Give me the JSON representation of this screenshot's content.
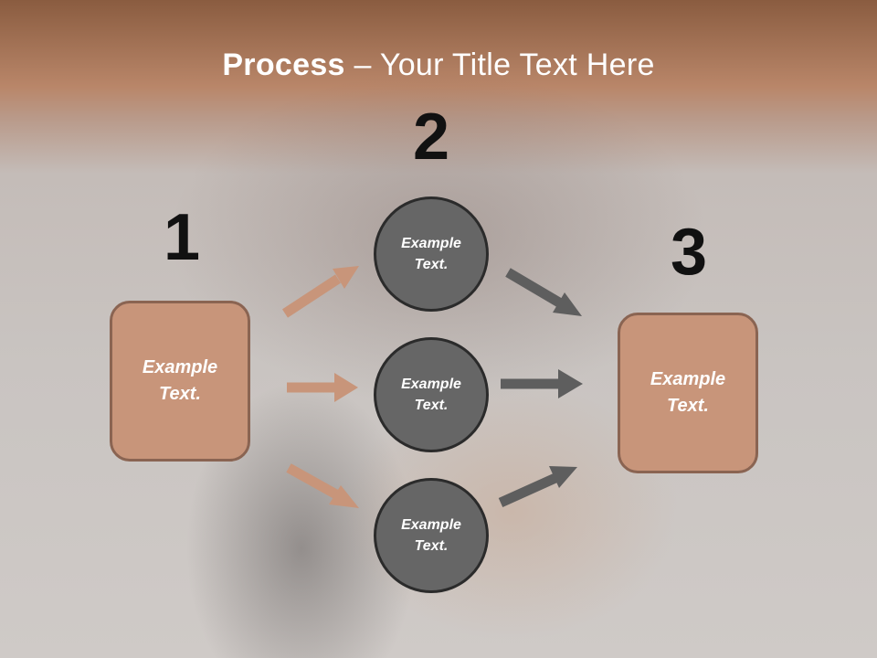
{
  "title": {
    "bold": "Process",
    "rest": " – Your Title Text Here"
  },
  "steps": [
    {
      "number": "1",
      "text": "Example\nText."
    },
    {
      "number": "2",
      "text": ""
    },
    {
      "number": "3",
      "text": "Example\nText."
    }
  ],
  "circles": [
    {
      "text": "Example\nText."
    },
    {
      "text": "Example\nText."
    },
    {
      "text": "Example\nText."
    }
  ],
  "colors": {
    "box_fill": "#c8957a",
    "box_border": "#8a6452",
    "circle_fill": "#666666",
    "circle_border": "#2b2b2b",
    "arrow_left": "#c8957a",
    "arrow_right": "#5e5e5e"
  }
}
